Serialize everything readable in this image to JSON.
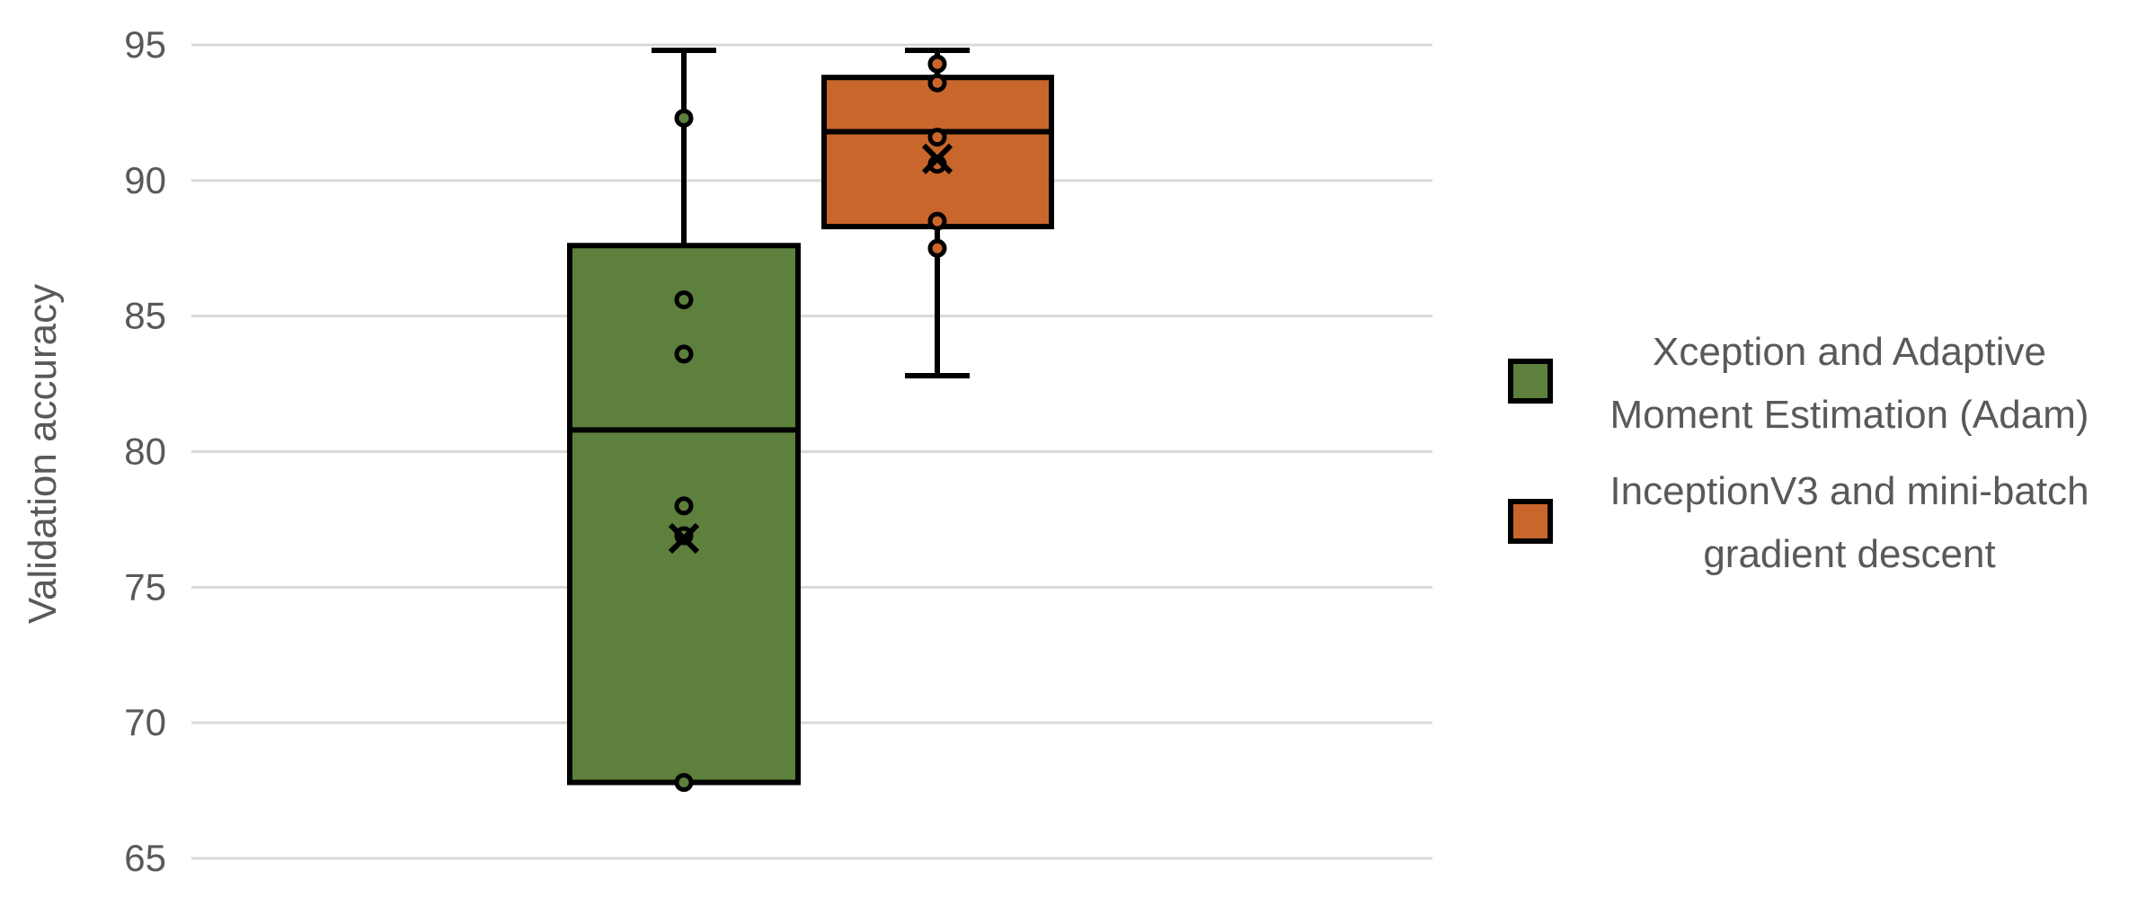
{
  "chart_data": {
    "type": "box",
    "ylabel": "Validation accuracy",
    "ylim": [
      65,
      95
    ],
    "yticks": [
      65,
      70,
      75,
      80,
      85,
      90,
      95
    ],
    "grid": true,
    "legend_position": "right",
    "series": [
      {
        "name": "Xception and Adaptive Moment Estimation (Adam)",
        "legend_lines": [
          "Xception and Adaptive",
          "Moment Estimation (Adam)"
        ],
        "color": "#5d803d",
        "min": 67.8,
        "q1": 67.8,
        "median": 80.8,
        "q3": 87.6,
        "max": 94.8,
        "mean": 76.8,
        "points": [
          92.3,
          85.6,
          83.6,
          78.0,
          76.9,
          67.8
        ]
      },
      {
        "name": "InceptionV3 and mini-batch gradient descent",
        "legend_lines": [
          "InceptionV3 and mini-batch",
          "gradient descent"
        ],
        "color": "#c9662b",
        "min": 82.8,
        "q1": 88.3,
        "median": 91.8,
        "q3": 93.8,
        "max": 94.8,
        "mean": 90.8,
        "points": [
          94.3,
          93.6,
          91.6,
          90.6,
          88.5,
          87.5
        ]
      }
    ]
  }
}
